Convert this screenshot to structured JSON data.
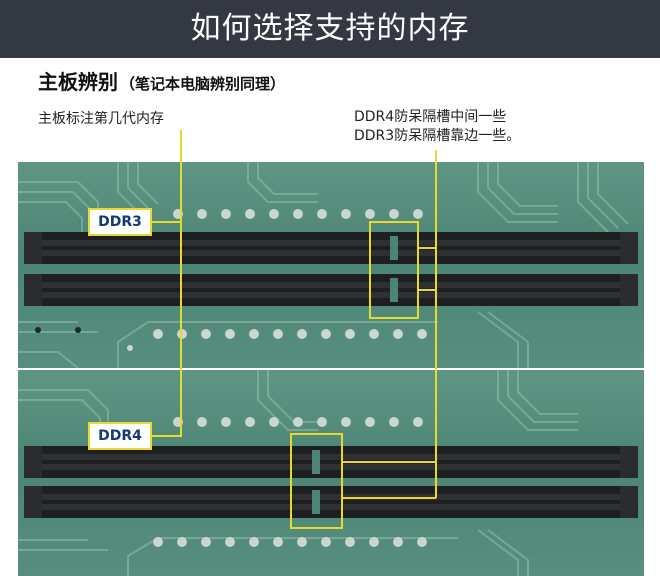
{
  "header": {
    "title": "如何选择支持的内存"
  },
  "section": {
    "title": "主板辨别",
    "subtitle": "（笔记本电脑辨别同理）"
  },
  "annotations": {
    "left_note": "主板标注第几代内存",
    "right_note_line1": "DDR4防呆隔槽中间一些",
    "right_note_line2": "DDR3防呆隔槽靠边一些。"
  },
  "boards": {
    "ddr3": {
      "label": "DDR3"
    },
    "ddr4": {
      "label": "DDR4"
    }
  },
  "colors": {
    "highlight": "#e8d92e",
    "header_bg": "#333842",
    "pcb_green": "#4d8575",
    "slot_black": "#1e1f21",
    "label_text": "#123a74"
  }
}
